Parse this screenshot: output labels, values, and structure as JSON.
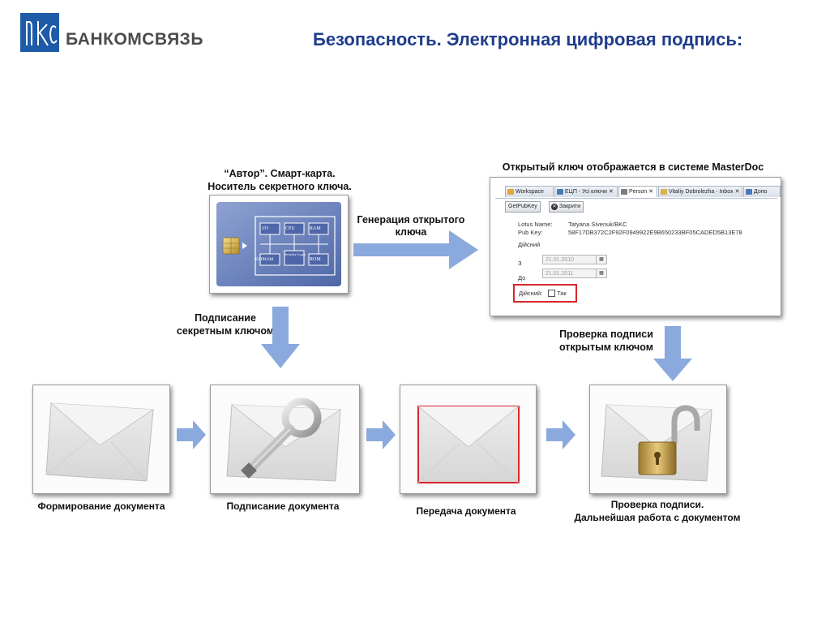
{
  "header": {
    "logo_text": "БАНКОМСВЯЗЬ",
    "logo_monogram": "BKC",
    "title": "Безопасность. Электронная цифровая подпись:"
  },
  "smartcard": {
    "caption_line1": "“Автор”. Смарт-карта.",
    "caption_line2": "Носитель секретного ключа.",
    "chip_blocks": [
      "I/O",
      "CPU",
      "RAM",
      "EEPROM",
      "Security Logic",
      "ROM"
    ]
  },
  "generation": {
    "label_line1": "Генерация открытого",
    "label_line2": "ключа"
  },
  "masterdoc": {
    "caption": "Открытый ключ отображается в системе MasterDoc",
    "tabs": [
      "Workspace",
      "ЕЦП - Усі ключи",
      "Person",
      "Vitaliy Dobrolezha - Inbox",
      "Допо"
    ],
    "buttons": [
      "GetPubKey",
      "Закрити"
    ],
    "lotus_label": "Lotus Name:",
    "lotus_value": "Tatyana Sivenuk/BKC",
    "pubkey_label": "Pub Key:",
    "pubkey_value": "58F17DB372C2F92F0949922E9B650233BF05CADED5B13E78",
    "valid_heading": "Дійсний",
    "from_label": "З",
    "from_date": "21.01.2010",
    "to_label": "До",
    "to_date": "21.01.2011",
    "valid_checkbox_label": "Дійсний:",
    "valid_checkbox_value": "Так"
  },
  "signing_arrow": {
    "line1": "Подписание",
    "line2": "секретным ключом"
  },
  "verify_arrow": {
    "line1": "Проверка подписи",
    "line2": "открытым ключом"
  },
  "steps": [
    {
      "caption": "Формирование документа"
    },
    {
      "caption": "Подписание документа"
    },
    {
      "caption": "Передача документа"
    },
    {
      "caption_line1": "Проверка подписи.",
      "caption_line2": "Дальнейшая работа с документом"
    }
  ],
  "colors": {
    "brand_blue": "#1d5aa8",
    "title_blue": "#1f3c8c",
    "arrow_blue": "#8aa9dd",
    "highlight_red": "#d9262b"
  }
}
